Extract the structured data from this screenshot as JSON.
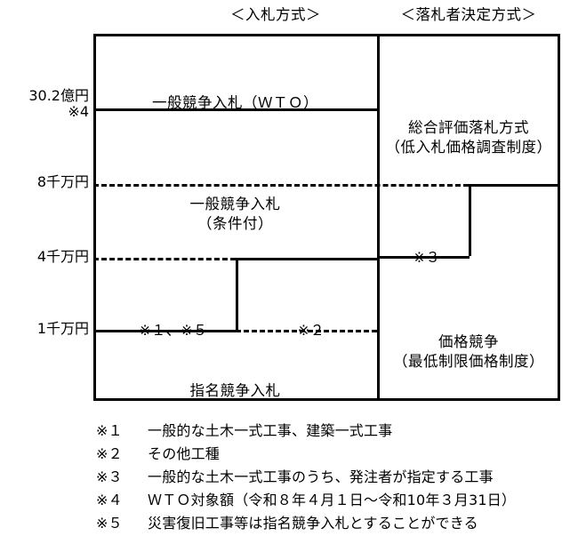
{
  "headers": {
    "bid_method": "＜入札方式＞",
    "award_method": "＜落札者決定方式＞"
  },
  "axis_labels": {
    "t302": "30.2億円",
    "t302_note": "※4",
    "t80": "8千万円",
    "t40": "4千万円",
    "t10": "1千万円"
  },
  "bid_column": {
    "wto": "一般競争入札（ＷＴＯ）",
    "open_line1": "一般競争入札",
    "open_line2": "（条件付）",
    "mark_1_5": "※１、※５",
    "mark_2": "※２",
    "shimei": "指名競争入札"
  },
  "award_column": {
    "sougou_line1": "総合評価落札方式",
    "sougou_line2": "（低入札価格調査制度）",
    "mark_3": "※３",
    "kakaku_line1": "価格競争",
    "kakaku_line2": "（最低制限価格制度）"
  },
  "footnotes": [
    {
      "mark": "※１",
      "text": "一般的な土木一式工事、建築一式工事"
    },
    {
      "mark": "※２",
      "text": "その他工種"
    },
    {
      "mark": "※３",
      "text": "一般的な土木一式工事のうち、発注者が指定する工事"
    },
    {
      "mark": "※４",
      "text": "ＷＴＯ対象額（令和８年４月１日～令和10年３月31日）"
    },
    {
      "mark": "※５",
      "text": "災害復旧工事等は指名競争入札とすることができる"
    }
  ],
  "colors": {
    "line": "#000000",
    "background": "#ffffff",
    "text": "#000000"
  }
}
